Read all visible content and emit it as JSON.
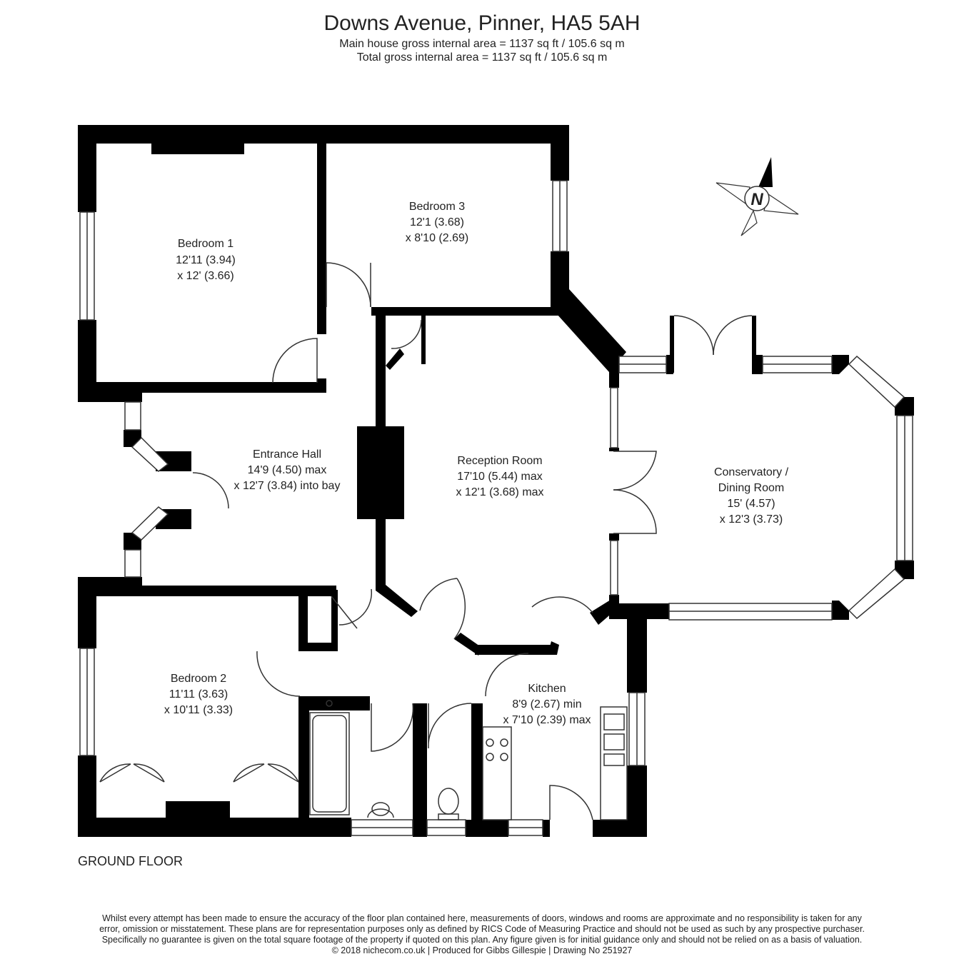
{
  "header": {
    "title": "Downs Avenue, Pinner, HA5 5AH",
    "main_area": "Main house gross internal area =  1137 sq ft / 105.6 sq m",
    "total_area": "Total gross internal area =  1137 sq ft / 105.6 sq m"
  },
  "rooms": {
    "bedroom1": {
      "name": "Bedroom 1",
      "dim1": "12'11 (3.94)",
      "dim2": "x 12' (3.66)"
    },
    "bedroom3": {
      "name": "Bedroom 3",
      "dim1": "12'1 (3.68)",
      "dim2": "x 8'10 (2.69)"
    },
    "entrance_hall": {
      "name": "Entrance Hall",
      "dim1": "14'9 (4.50) max",
      "dim2": "x 12'7 (3.84) into bay"
    },
    "reception": {
      "name": "Reception Room",
      "dim1": "17'10 (5.44) max",
      "dim2": "x 12'1 (3.68) max"
    },
    "conservatory": {
      "name1": "Conservatory /",
      "name2": "Dining Room",
      "dim1": "15' (4.57)",
      "dim2": "x 12'3 (3.73)"
    },
    "bedroom2": {
      "name": "Bedroom 2",
      "dim1": "11'11 (3.63)",
      "dim2": "x 10'11 (3.33)"
    },
    "kitchen": {
      "name": "Kitchen",
      "dim1": "8'9 (2.67) min",
      "dim2": "x 7'10 (2.39) max"
    }
  },
  "compass": {
    "label": "N"
  },
  "floor_label": "GROUND FLOOR",
  "footer": {
    "line1": "Whilst every attempt has been made to ensure the accuracy of the floor plan contained here, measurements of doors, windows and rooms are approximate and no responsibility is taken for any",
    "line2": "error, omission or misstatement. These plans are for representation purposes only as defined by RICS Code of Measuring Practice and should not be used as such by any prospective purchaser.",
    "line3": "Specifically no guarantee is given on the total square footage of the property if quoted on this plan. Any figure given is for initial guidance only and should not be relied on as a basis of valuation.",
    "line4": "© 2018 nichecom.co.uk  |  Produced for Gibbs Gillespie  |  Drawing No 251927"
  },
  "colors": {
    "wall": "#000000",
    "line": "#333333",
    "background": "#ffffff"
  }
}
